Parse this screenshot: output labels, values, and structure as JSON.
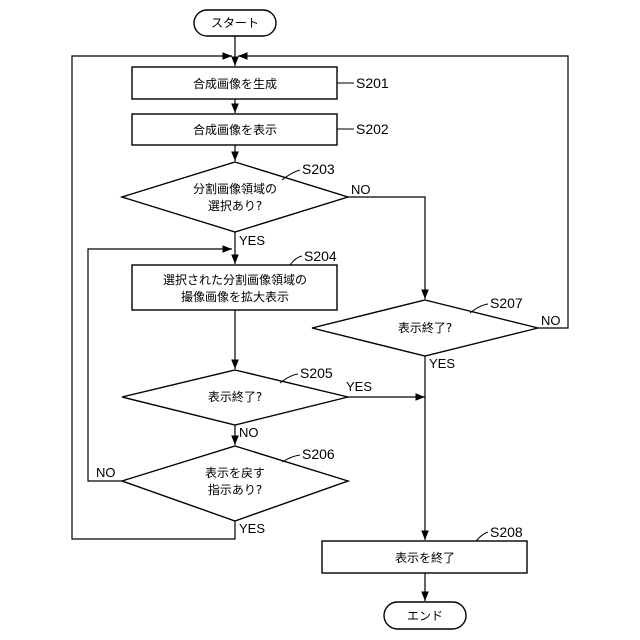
{
  "nodes": {
    "start": {
      "text": "スタート"
    },
    "s201": {
      "id": "S201",
      "text": "合成画像を生成"
    },
    "s202": {
      "id": "S202",
      "text": "合成画像を表示"
    },
    "s203": {
      "id": "S203",
      "lines": [
        "分割画像領域の",
        "選択あり?"
      ]
    },
    "s204": {
      "id": "S204",
      "lines": [
        "選択された分割画像領域の",
        "撮像画像を拡大表示"
      ]
    },
    "s205": {
      "id": "S205",
      "text": "表示終了?"
    },
    "s206": {
      "id": "S206",
      "lines": [
        "表示を戻す",
        "指示あり?"
      ]
    },
    "s207": {
      "id": "S207",
      "text": "表示終了?"
    },
    "s208": {
      "id": "S208",
      "text": "表示を終了"
    },
    "end": {
      "text": "エンド"
    }
  },
  "branch_labels": {
    "yes": "YES",
    "no": "NO"
  }
}
